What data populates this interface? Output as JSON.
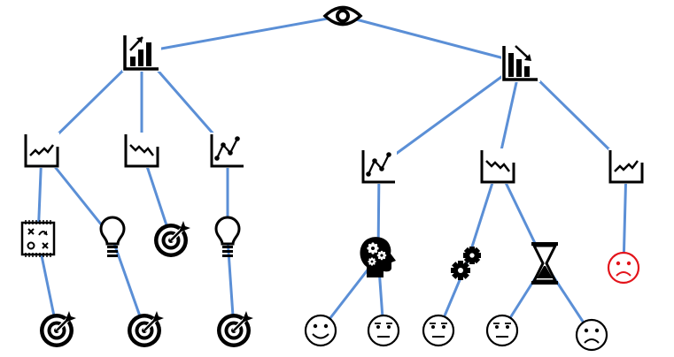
{
  "diagram": {
    "edge_color": "#5b8fd6",
    "icon_color": "#000000",
    "alert_color": "#e3141b",
    "nodes": [
      {
        "id": "root",
        "icon": "eye-icon"
      },
      {
        "id": "growth",
        "icon": "bar-chart-up-icon"
      },
      {
        "id": "decline",
        "icon": "bar-chart-down-icon"
      },
      {
        "id": "g-trend-up",
        "icon": "trend-up-chart-icon"
      },
      {
        "id": "g-trend-down",
        "icon": "trend-down-chart-icon"
      },
      {
        "id": "g-volatile",
        "icon": "volatile-line-chart-icon"
      },
      {
        "id": "g-strategy",
        "icon": "strategy-board-icon"
      },
      {
        "id": "g-idea-1",
        "icon": "lightbulb-icon"
      },
      {
        "id": "g-target-1",
        "icon": "target-icon"
      },
      {
        "id": "g-idea-2",
        "icon": "lightbulb-icon"
      },
      {
        "id": "g-target-2",
        "icon": "target-icon"
      },
      {
        "id": "g-target-3",
        "icon": "target-icon"
      },
      {
        "id": "g-target-4",
        "icon": "target-icon"
      },
      {
        "id": "d-volatile",
        "icon": "volatile-line-chart-icon"
      },
      {
        "id": "d-trend-down",
        "icon": "trend-down-chart-icon"
      },
      {
        "id": "d-trend-up",
        "icon": "trend-up-chart-icon"
      },
      {
        "id": "d-thinking",
        "icon": "head-gears-icon"
      },
      {
        "id": "d-gears",
        "icon": "gears-icon"
      },
      {
        "id": "d-hourglass",
        "icon": "hourglass-icon"
      },
      {
        "id": "d-sad-red",
        "icon": "sad-face-icon",
        "color": "alert"
      },
      {
        "id": "d-happy",
        "icon": "happy-face-icon"
      },
      {
        "id": "d-neutral-1",
        "icon": "neutral-face-icon"
      },
      {
        "id": "d-neutral-2",
        "icon": "neutral-face-icon"
      },
      {
        "id": "d-neutral-3",
        "icon": "neutral-face-icon"
      },
      {
        "id": "d-sad",
        "icon": "sad-face-icon"
      }
    ],
    "edges": [
      [
        "root",
        "growth"
      ],
      [
        "root",
        "decline"
      ],
      [
        "growth",
        "g-trend-up"
      ],
      [
        "growth",
        "g-trend-down"
      ],
      [
        "growth",
        "g-volatile"
      ],
      [
        "decline",
        "d-volatile"
      ],
      [
        "decline",
        "d-trend-down"
      ],
      [
        "decline",
        "d-trend-up"
      ],
      [
        "g-trend-up",
        "g-strategy"
      ],
      [
        "g-trend-up",
        "g-idea-1"
      ],
      [
        "g-trend-down",
        "g-target-1"
      ],
      [
        "g-volatile",
        "g-idea-2"
      ],
      [
        "g-strategy",
        "g-target-2"
      ],
      [
        "g-idea-1",
        "g-target-3"
      ],
      [
        "g-idea-2",
        "g-target-4"
      ],
      [
        "d-volatile",
        "d-thinking"
      ],
      [
        "d-trend-down",
        "d-gears"
      ],
      [
        "d-trend-down",
        "d-hourglass"
      ],
      [
        "d-trend-up",
        "d-sad-red"
      ],
      [
        "d-thinking",
        "d-happy"
      ],
      [
        "d-thinking",
        "d-neutral-1"
      ],
      [
        "d-gears",
        "d-neutral-2"
      ],
      [
        "d-hourglass",
        "d-neutral-3"
      ],
      [
        "d-hourglass",
        "d-sad"
      ]
    ]
  }
}
